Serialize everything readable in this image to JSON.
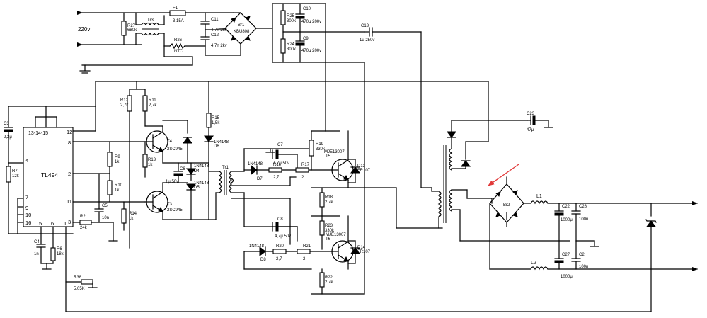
{
  "input": {
    "voltage": "220v"
  },
  "ic": {
    "name": "TL494",
    "top_label": "13-14-15",
    "pins": {
      "p12": "12",
      "p8": "8",
      "p4": "4",
      "p2": "2",
      "p11": "11",
      "p7": "7",
      "p9": "9",
      "p10": "10",
      "p16": "16",
      "p3": "3",
      "p5": "5",
      "p6": "6",
      "p1": "1"
    }
  },
  "parts": {
    "R27": {
      "ref": "R27",
      "val": "680k"
    },
    "Tr3": {
      "ref": "Tr3"
    },
    "F1": {
      "ref": "F1",
      "val": "3,15A"
    },
    "R26": {
      "ref": "R26",
      "val": "NTC"
    },
    "C11": {
      "ref": "C11",
      "val": "4,7n 2kv"
    },
    "C12": {
      "ref": "C12",
      "val": "4,7n 2kv"
    },
    "Br1": {
      "ref": "Br1",
      "val": "KBU808"
    },
    "R25": {
      "ref": "R25",
      "val": "300k"
    },
    "R24": {
      "ref": "R24",
      "val": "300k"
    },
    "C10": {
      "ref": "C10",
      "val": "470μ 200v"
    },
    "C9": {
      "ref": "C9",
      "val": "470μ 200v"
    },
    "C13": {
      "ref": "C13",
      "val": "1u 250v"
    },
    "C3": {
      "ref": "C3",
      "val": "2,2μ"
    },
    "R7": {
      "ref": "R7",
      "val": "12k"
    },
    "C4": {
      "ref": "C4",
      "val": "1n"
    },
    "R6": {
      "ref": "R6",
      "val": "18k"
    },
    "R12": {
      "ref": "R12",
      "val": "2,7k"
    },
    "R11": {
      "ref": "R11",
      "val": "2,7k"
    },
    "T4": {
      "ref": "T4",
      "val": "2SC945"
    },
    "T3": {
      "ref": "T3",
      "val": "2SC945"
    },
    "R13": {
      "ref": "R13",
      "val": "1k"
    },
    "R9": {
      "ref": "R9",
      "val": "1k"
    },
    "R10": {
      "ref": "R10",
      "val": "1k"
    },
    "R14": {
      "ref": "R14",
      "val": "1k"
    },
    "C5": {
      "ref": "C5",
      "val": "10n"
    },
    "R2": {
      "ref": "R2",
      "val": "24k"
    },
    "R15": {
      "ref": "R15",
      "val": "1,5k"
    },
    "D6": {
      "ref": "D6",
      "val": "1N4148"
    },
    "C6": {
      "ref": "C6",
      "val": "1μ 50v"
    },
    "D4": {
      "ref": "D4",
      "val": "1N4148"
    },
    "D5": {
      "ref": "D5",
      "val": "1N4148"
    },
    "Tr1": {
      "ref": "Tr1"
    },
    "C7": {
      "ref": "C7",
      "val": "4,7μ 50v"
    },
    "D7": {
      "ref": "D7",
      "val": "1N4148"
    },
    "R16": {
      "ref": "R16",
      "val": "2,7"
    },
    "R17": {
      "ref": "R17",
      "val": "2"
    },
    "R19": {
      "ref": "R19",
      "val": "330k"
    },
    "T5": {
      "ref": "T5",
      "val": "MJE13007"
    },
    "D13": {
      "ref": "D13",
      "val": "FR107"
    },
    "R18": {
      "ref": "R18",
      "val": "2,7k"
    },
    "R23": {
      "ref": "R23",
      "val": "330k"
    },
    "C8": {
      "ref": "C8",
      "val": "4,7μ 50v"
    },
    "T6": {
      "ref": "T6",
      "val": "MJE13007"
    },
    "D8": {
      "ref": "D8",
      "val": "1N4148"
    },
    "R20": {
      "ref": "R20",
      "val": "2,7"
    },
    "R21": {
      "ref": "R21",
      "val": "2"
    },
    "D14": {
      "ref": "D14",
      "val": "FR107"
    },
    "R22": {
      "ref": "R22",
      "val": "2,7k"
    },
    "R38": {
      "ref": "R38",
      "val": "5,05K"
    },
    "C23": {
      "ref": "C23",
      "val": "47μ"
    },
    "Br2": {
      "ref": "Br2"
    },
    "L1": {
      "ref": "L1"
    },
    "L2": {
      "ref": "L2"
    },
    "C22": {
      "ref": "C22",
      "val": "1000μ"
    },
    "C28": {
      "ref": "C28",
      "val": "100n"
    },
    "C27": {
      "ref": "C27",
      "val": "1000μ"
    },
    "C2": {
      "ref": "C2",
      "val": "100n"
    }
  },
  "annotation_color": "#e23a3a"
}
